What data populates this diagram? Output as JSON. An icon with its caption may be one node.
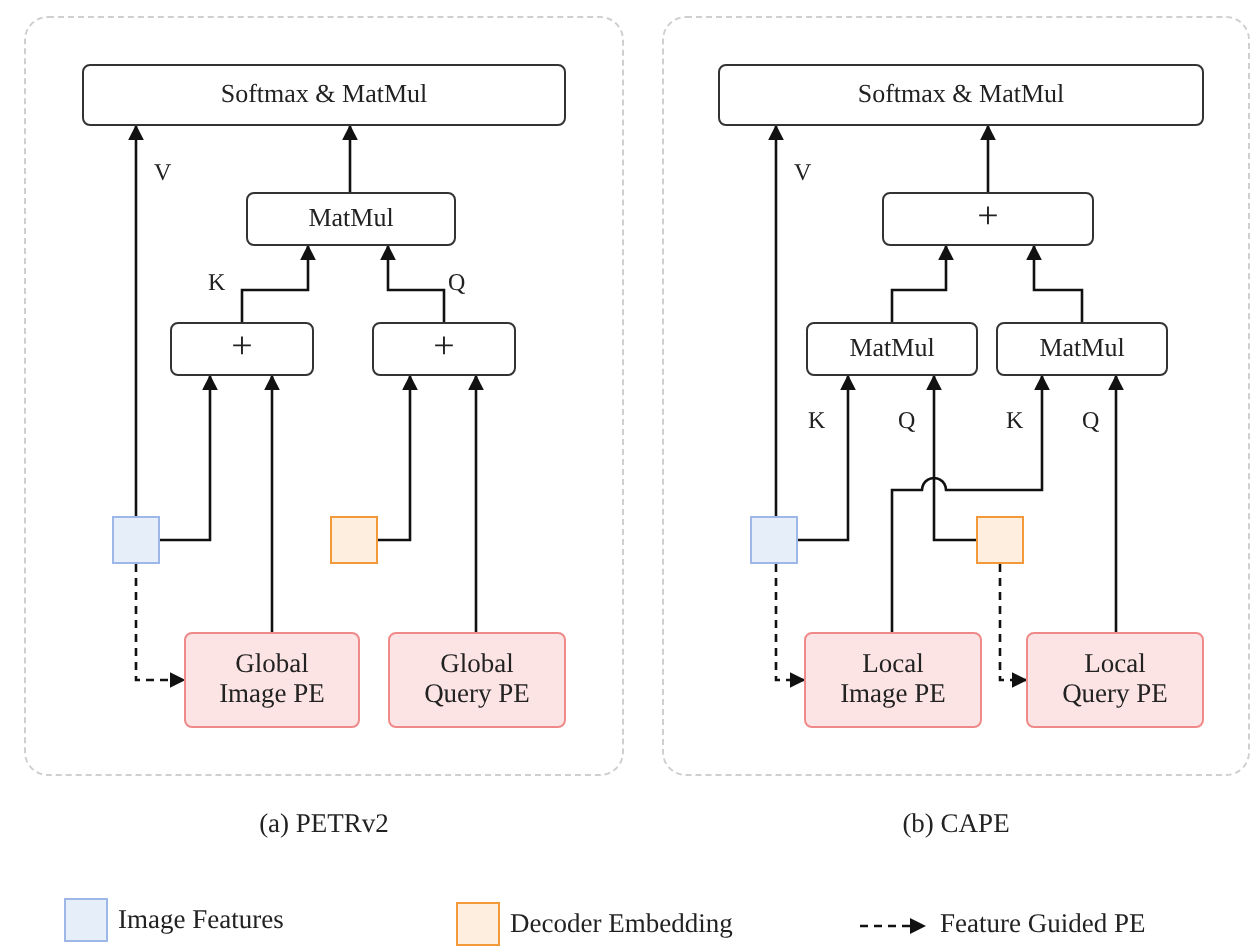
{
  "diagram": {
    "nodes": [
      {
        "text": [
          "(a) PETRv2"
        ]
      },
      {
        "text": [
          "Softmax & MatMul"
        ],
        "in": 0
      },
      {
        "text": [
          "MatMul"
        ],
        "in": 0
      },
      {
        "text": [
          "+"
        ],
        "in": 0
      },
      {
        "text": [
          "+"
        ],
        "in": 0
      },
      {
        "text": [],
        "shape": "box",
        "in": 0
      },
      {
        "text": [],
        "shape": "box",
        "in": 0
      },
      {
        "text": [
          "Global Image PE"
        ],
        "in": 0
      },
      {
        "text": [
          "Global Query PE"
        ],
        "in": 0
      },
      {
        "text": [
          "(b) CAPE"
        ]
      },
      {
        "text": [
          "Softmax & MatMul"
        ],
        "in": 9
      },
      {
        "text": [
          "+"
        ],
        "in": 9
      },
      {
        "text": [
          "MatMul"
        ],
        "in": 9
      },
      {
        "text": [
          "MatMul"
        ],
        "in": 9
      },
      {
        "text": [],
        "shape": "box",
        "in": 9
      },
      {
        "text": [],
        "shape": "box",
        "in": 9
      },
      {
        "text": [
          "Local Image PE"
        ],
        "in": 9
      },
      {
        "text": [
          "Local Query PE"
        ],
        "in": 9
      }
    ],
    "edges": [
      {
        "from": 5,
        "to": 1,
        "arrow": "to",
        "label": "V"
      },
      {
        "from": 2,
        "to": 1,
        "arrow": "to"
      },
      {
        "from": 3,
        "to": 2,
        "arrow": "to",
        "label": "K"
      },
      {
        "from": 4,
        "to": 2,
        "arrow": "to",
        "label": "Q"
      },
      {
        "from": 5,
        "to": 3,
        "arrow": "to"
      },
      {
        "from": 7,
        "to": 3,
        "arrow": "to"
      },
      {
        "from": 6,
        "to": 4,
        "arrow": "to"
      },
      {
        "from": 8,
        "to": 4,
        "arrow": "to"
      },
      {
        "from": 5,
        "to": 7,
        "arrow": "to",
        "style": "dashed"
      },
      {
        "from": 14,
        "to": 10,
        "arrow": "to",
        "label": "V"
      },
      {
        "from": 11,
        "to": 10,
        "arrow": "to"
      },
      {
        "from": 12,
        "to": 11,
        "arrow": "to"
      },
      {
        "from": 13,
        "to": 11,
        "arrow": "to"
      },
      {
        "from": 14,
        "to": 12,
        "arrow": "to",
        "label": "K"
      },
      {
        "from": 15,
        "to": 12,
        "arrow": "to",
        "label": "Q"
      },
      {
        "from": 16,
        "to": 13,
        "arrow": "to",
        "label": "K"
      },
      {
        "from": 17,
        "to": 13,
        "arrow": "to",
        "label": "Q"
      },
      {
        "from": 14,
        "to": 16,
        "arrow": "to",
        "style": "dashed"
      },
      {
        "from": 15,
        "to": 17,
        "arrow": "to",
        "style": "dashed"
      }
    ],
    "legend": [
      {
        "text": "Image Features",
        "color": "#e6eef9"
      },
      {
        "text": "Decoder Embedding",
        "color": "#fdeee0"
      },
      {
        "text": "Feature Guided PE"
      }
    ]
  }
}
